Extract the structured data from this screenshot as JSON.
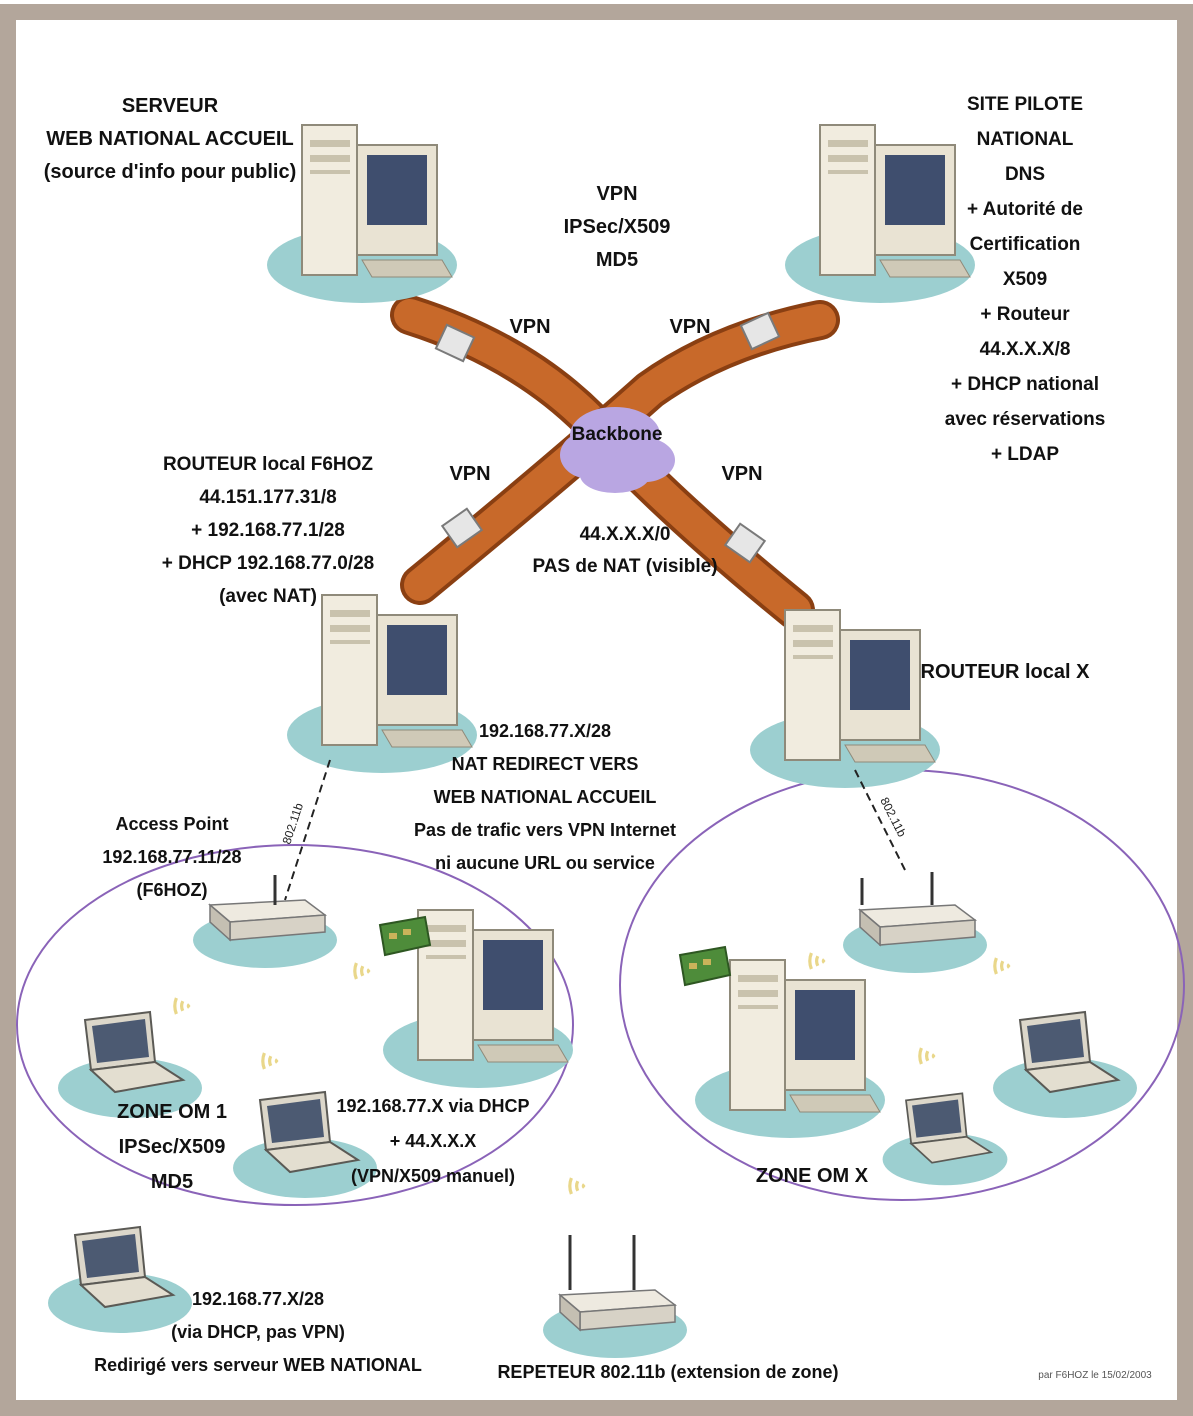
{
  "colors": {
    "frame": "#b3a69b",
    "pipe": "#c8692a",
    "pipe_dark": "#8a3f12",
    "cloud": "#b9a6e2",
    "disk": "#9ccfd0",
    "zone_ellipse": "#8a63b8",
    "wifi": "#e9d78a"
  },
  "labels": {
    "server_web": [
      "SERVEUR",
      "WEB NATIONAL ACCUEIL",
      "(source d'info pour public)"
    ],
    "site_pilote": [
      "SITE PILOTE",
      "NATIONAL",
      "DNS",
      "+ Autorité de",
      "Certification",
      "X509",
      "+ Routeur",
      "44.X.X.X/8",
      "+ DHCP national",
      "avec réservations",
      "+ LDAP"
    ],
    "vpn_center": [
      "VPN",
      "IPSec/X509",
      "MD5"
    ],
    "vpn_tl": "VPN",
    "vpn_tr": "VPN",
    "vpn_bl": "VPN",
    "vpn_br": "VPN",
    "backbone": "Backbone",
    "backbone_info": [
      "44.X.X.X/0",
      "PAS de NAT (visible)"
    ],
    "routeur_f6hoz": [
      "ROUTEUR local F6HOZ",
      "44.151.177.31/8",
      "+ 192.168.77.1/28",
      "+ DHCP 192.168.77.0/28",
      "(avec NAT)"
    ],
    "routeur_x": "ROUTEUR local X",
    "nat_redirect": [
      "192.168.77.X/28",
      "NAT REDIRECT VERS",
      "WEB NATIONAL ACCUEIL",
      "Pas de trafic vers VPN Internet",
      "ni aucune URL ou service"
    ],
    "access_point": [
      "Access Point",
      "192.168.77.11/28",
      "(F6HOZ)"
    ],
    "link_left": "802.11b",
    "link_right": "802.11b",
    "zone_om1": [
      "ZONE OM 1",
      "IPSec/X509",
      "MD5"
    ],
    "zone_om1_dhcp": [
      "192.168.77.X via DHCP",
      "+ 44.X.X.X",
      "(VPN/X509 manuel)"
    ],
    "zone_omx": "ZONE OM X",
    "outside_client": [
      "192.168.77.X/28",
      "(via DHCP, pas VPN)",
      "Redirigé vers serveur WEB NATIONAL"
    ],
    "repeteur": "REPETEUR 802.11b (extension de zone)",
    "credit": "par F6HOZ le 15/02/2003"
  }
}
